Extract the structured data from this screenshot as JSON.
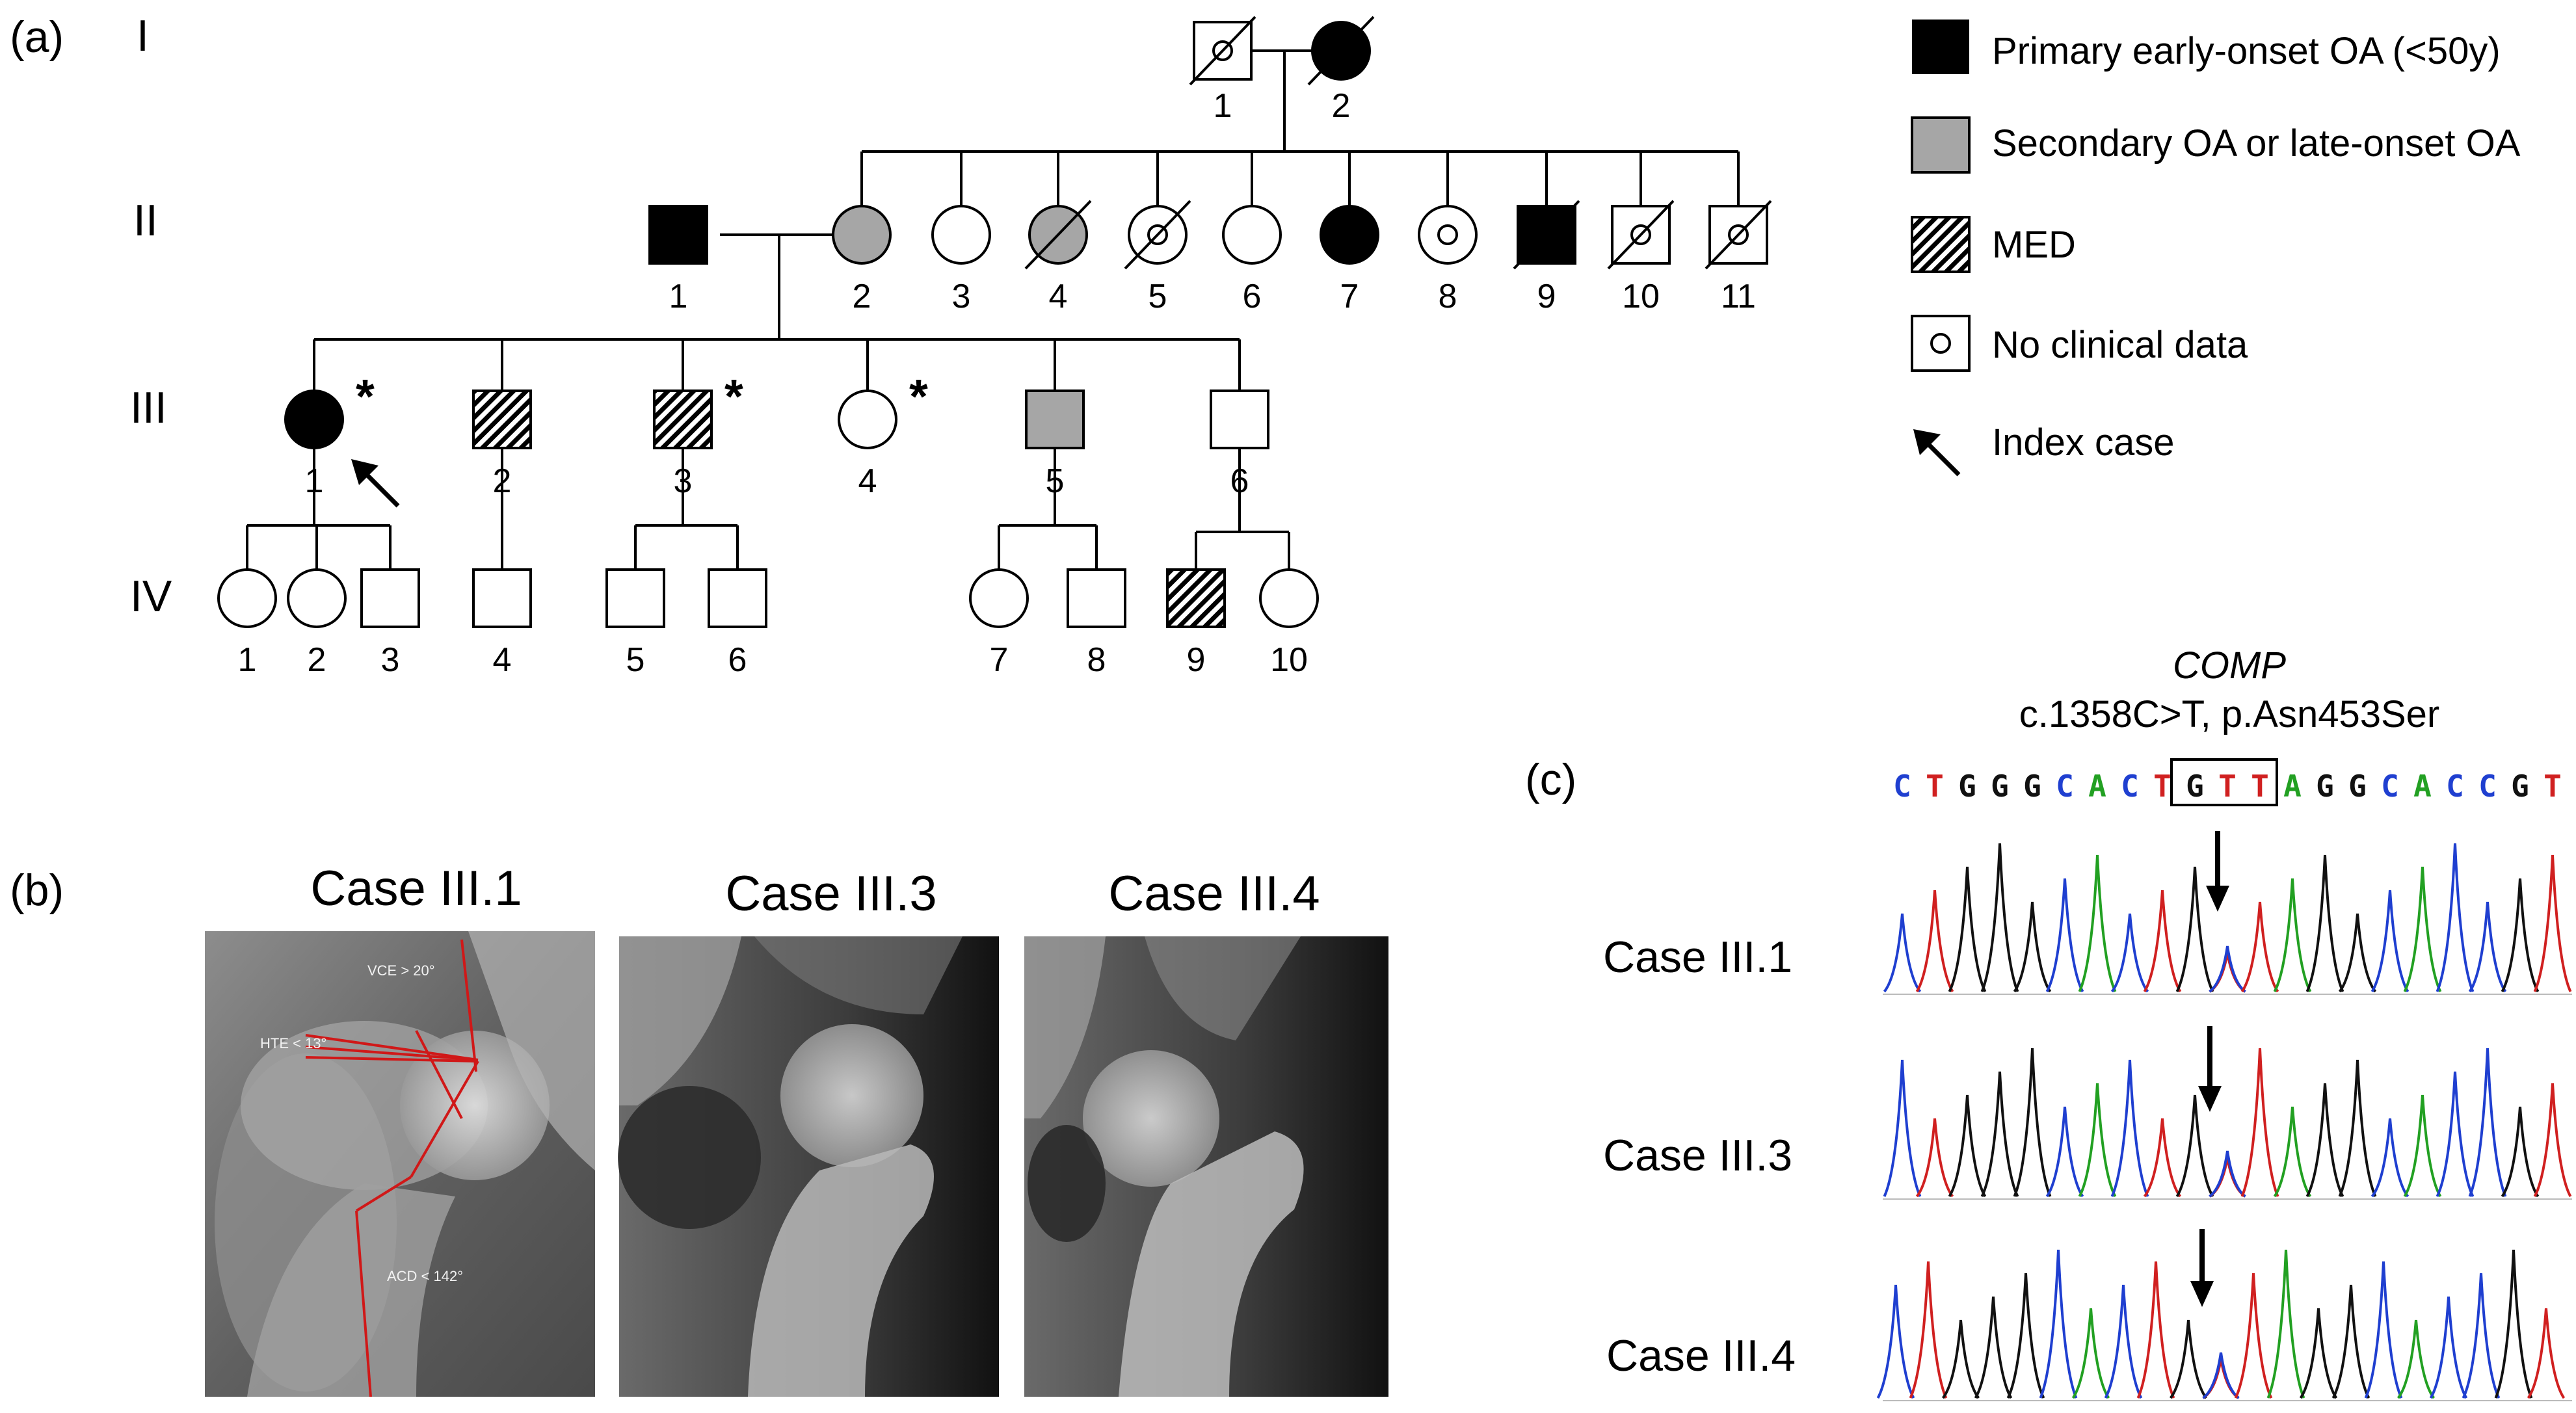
{
  "panel_a": {
    "label": "(a)",
    "generations": [
      "I",
      "II",
      "III",
      "IV"
    ],
    "individuals": [
      {
        "gen": "I",
        "num": "1",
        "sex": "male",
        "status": "unknown",
        "deceased": true
      },
      {
        "gen": "I",
        "num": "2",
        "sex": "female",
        "status": "primary",
        "deceased": true
      },
      {
        "gen": "II",
        "num": "1",
        "sex": "male",
        "status": "primary",
        "deceased": false
      },
      {
        "gen": "II",
        "num": "2",
        "sex": "female",
        "status": "secondary",
        "deceased": false
      },
      {
        "gen": "II",
        "num": "3",
        "sex": "female",
        "status": "unaffected",
        "deceased": false
      },
      {
        "gen": "II",
        "num": "4",
        "sex": "female",
        "status": "secondary",
        "deceased": true
      },
      {
        "gen": "II",
        "num": "5",
        "sex": "female",
        "status": "unknown",
        "deceased": true
      },
      {
        "gen": "II",
        "num": "6",
        "sex": "female",
        "status": "unaffected",
        "deceased": false
      },
      {
        "gen": "II",
        "num": "7",
        "sex": "female",
        "status": "primary",
        "deceased": false
      },
      {
        "gen": "II",
        "num": "8",
        "sex": "female",
        "status": "unknown",
        "deceased": false
      },
      {
        "gen": "II",
        "num": "9",
        "sex": "male",
        "status": "primary",
        "deceased": true
      },
      {
        "gen": "II",
        "num": "10",
        "sex": "male",
        "status": "unknown",
        "deceased": true
      },
      {
        "gen": "II",
        "num": "11",
        "sex": "male",
        "status": "unknown",
        "deceased": true
      },
      {
        "gen": "III",
        "num": "1",
        "sex": "female",
        "status": "primary",
        "deceased": false,
        "marked": true,
        "index": true
      },
      {
        "gen": "III",
        "num": "2",
        "sex": "male",
        "status": "med",
        "deceased": false
      },
      {
        "gen": "III",
        "num": "3",
        "sex": "male",
        "status": "med",
        "deceased": false,
        "marked": true
      },
      {
        "gen": "III",
        "num": "4",
        "sex": "female",
        "status": "unaffected",
        "deceased": false,
        "marked": true
      },
      {
        "gen": "III",
        "num": "5",
        "sex": "male",
        "status": "secondary",
        "deceased": false
      },
      {
        "gen": "III",
        "num": "6",
        "sex": "male",
        "status": "unaffected",
        "deceased": false
      },
      {
        "gen": "IV",
        "num": "1",
        "sex": "female",
        "status": "unaffected",
        "deceased": false
      },
      {
        "gen": "IV",
        "num": "2",
        "sex": "female",
        "status": "unaffected",
        "deceased": false
      },
      {
        "gen": "IV",
        "num": "3",
        "sex": "male",
        "status": "unaffected",
        "deceased": false
      },
      {
        "gen": "IV",
        "num": "4",
        "sex": "male",
        "status": "unaffected",
        "deceased": false
      },
      {
        "gen": "IV",
        "num": "5",
        "sex": "male",
        "status": "unaffected",
        "deceased": false
      },
      {
        "gen": "IV",
        "num": "6",
        "sex": "male",
        "status": "unaffected",
        "deceased": false
      },
      {
        "gen": "IV",
        "num": "7",
        "sex": "female",
        "status": "unaffected",
        "deceased": false
      },
      {
        "gen": "IV",
        "num": "8",
        "sex": "male",
        "status": "unaffected",
        "deceased": false
      },
      {
        "gen": "IV",
        "num": "9",
        "sex": "male",
        "status": "med",
        "deceased": false
      },
      {
        "gen": "IV",
        "num": "10",
        "sex": "female",
        "status": "unaffected",
        "deceased": false
      }
    ],
    "star": "*",
    "legend": [
      {
        "key": "primary",
        "text": "Primary early-onset OA (<50y)"
      },
      {
        "key": "secondary",
        "text": "Secondary OA or late-onset OA"
      },
      {
        "key": "med",
        "text": "MED"
      },
      {
        "key": "unknown",
        "text": "No clinical data"
      },
      {
        "key": "index",
        "text": "Index case"
      }
    ],
    "colors": {
      "primary": "#000000",
      "secondary": "#a6a6a6",
      "unaffected": "#ffffff"
    }
  },
  "panel_b": {
    "label": "(b)",
    "cases": [
      "Case III.1",
      "Case III.3",
      "Case III.4"
    ],
    "annotations": [
      "VCE > 20°",
      "HTE < 13°",
      "ACD < 142°"
    ]
  },
  "panel_c": {
    "label": "(c)",
    "gene": "COMP",
    "variant": "c.1358C>T, p.Asn453Ser",
    "sequence": [
      {
        "b": "C",
        "c": "#1f3fd0"
      },
      {
        "b": "T",
        "c": "#d02020"
      },
      {
        "b": "G",
        "c": "#111111"
      },
      {
        "b": "G",
        "c": "#111111"
      },
      {
        "b": "G",
        "c": "#111111"
      },
      {
        "b": "C",
        "c": "#1f3fd0"
      },
      {
        "b": "A",
        "c": "#22a022"
      },
      {
        "b": "C",
        "c": "#1f3fd0"
      },
      {
        "b": "T",
        "c": "#d02020"
      },
      {
        "b": "G",
        "c": "#111111"
      },
      {
        "b": "T",
        "c": "#d02020"
      },
      {
        "b": "T",
        "c": "#d02020"
      },
      {
        "b": "A",
        "c": "#22a022"
      },
      {
        "b": "G",
        "c": "#111111"
      },
      {
        "b": "G",
        "c": "#111111"
      },
      {
        "b": "C",
        "c": "#1f3fd0"
      },
      {
        "b": "A",
        "c": "#22a022"
      },
      {
        "b": "C",
        "c": "#1f3fd0"
      },
      {
        "b": "C",
        "c": "#1f3fd0"
      },
      {
        "b": "G",
        "c": "#111111"
      },
      {
        "b": "T",
        "c": "#d02020"
      }
    ],
    "cases": [
      "Case III.1",
      "Case III.3",
      "Case III.4"
    ],
    "trace_colors": {
      "A": "#22a022",
      "C": "#1f3fd0",
      "G": "#111111",
      "T": "#d02020"
    }
  }
}
